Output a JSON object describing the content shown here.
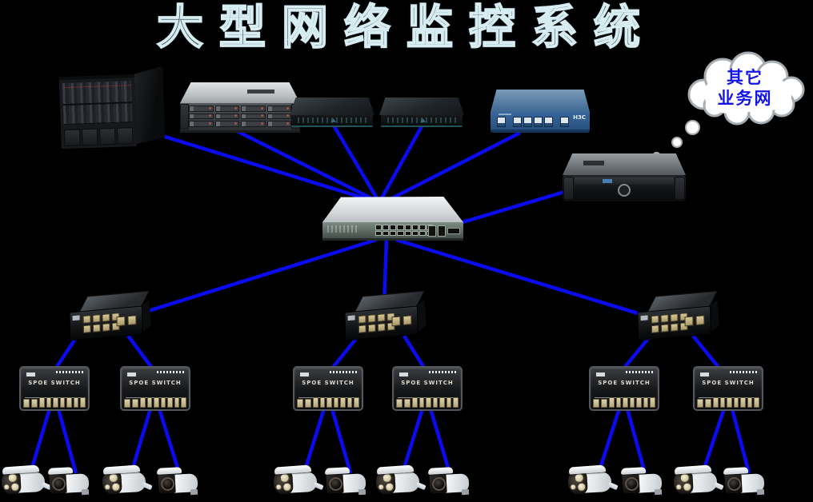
{
  "title": "大型网络监控系统",
  "cloud": {
    "line1": "其它",
    "line2": "业务网"
  },
  "labels": {
    "h3c": "H3C",
    "spoe_switch": "SPOE SWITCH"
  },
  "colors": {
    "background": "#000000",
    "link": "#0b0bf0",
    "title_stroke": "#d8edf2",
    "cloud_text": "#1414e8",
    "cloud_fill": "#ffffff",
    "cloud_border": "#a8adb2",
    "router_body": "#2f639e"
  },
  "nodes": [
    {
      "id": "blade-server",
      "type": "blade-server-chassis"
    },
    {
      "id": "storage-server",
      "type": "storage-server-2u"
    },
    {
      "id": "nvr-1",
      "type": "nvr"
    },
    {
      "id": "nvr-2",
      "type": "nvr"
    },
    {
      "id": "h3c-router",
      "type": "router",
      "label": "H3C"
    },
    {
      "id": "cloud",
      "type": "thought-cloud",
      "label": "其它业务网"
    },
    {
      "id": "dell-server",
      "type": "rack-server-2u"
    },
    {
      "id": "core-switch",
      "type": "16-port-poe-switch"
    },
    {
      "id": "poe-switch-1",
      "type": "8-port-poe-switch"
    },
    {
      "id": "poe-switch-2",
      "type": "8-port-poe-switch"
    },
    {
      "id": "poe-switch-3",
      "type": "8-port-poe-switch"
    },
    {
      "id": "spoe-switch-1",
      "type": "spoe-switch",
      "label": "SPOE SWITCH"
    },
    {
      "id": "spoe-switch-2",
      "type": "spoe-switch",
      "label": "SPOE SWITCH"
    },
    {
      "id": "spoe-switch-3",
      "type": "spoe-switch",
      "label": "SPOE SWITCH"
    },
    {
      "id": "spoe-switch-4",
      "type": "spoe-switch",
      "label": "SPOE SWITCH"
    },
    {
      "id": "spoe-switch-5",
      "type": "spoe-switch",
      "label": "SPOE SWITCH"
    },
    {
      "id": "spoe-switch-6",
      "type": "spoe-switch",
      "label": "SPOE SWITCH"
    },
    {
      "id": "camera-1",
      "type": "bullet-camera"
    },
    {
      "id": "camera-2",
      "type": "bullet-camera"
    },
    {
      "id": "camera-3",
      "type": "bullet-camera"
    },
    {
      "id": "camera-4",
      "type": "bullet-camera"
    },
    {
      "id": "camera-5",
      "type": "bullet-camera"
    },
    {
      "id": "camera-6",
      "type": "bullet-camera"
    },
    {
      "id": "camera-7",
      "type": "bullet-camera"
    },
    {
      "id": "camera-8",
      "type": "bullet-camera"
    },
    {
      "id": "camera-9",
      "type": "bullet-camera"
    },
    {
      "id": "camera-10",
      "type": "bullet-camera"
    },
    {
      "id": "camera-11",
      "type": "bullet-camera"
    },
    {
      "id": "camera-12",
      "type": "bullet-camera"
    }
  ],
  "edges": [
    {
      "from": "blade-server",
      "to": "core-switch"
    },
    {
      "from": "storage-server",
      "to": "core-switch"
    },
    {
      "from": "nvr-1",
      "to": "core-switch"
    },
    {
      "from": "nvr-2",
      "to": "core-switch"
    },
    {
      "from": "h3c-router",
      "to": "core-switch"
    },
    {
      "from": "dell-server",
      "to": "core-switch"
    },
    {
      "from": "core-switch",
      "to": "poe-switch-1"
    },
    {
      "from": "core-switch",
      "to": "poe-switch-2"
    },
    {
      "from": "core-switch",
      "to": "poe-switch-3"
    },
    {
      "from": "poe-switch-1",
      "to": "spoe-switch-1"
    },
    {
      "from": "poe-switch-1",
      "to": "spoe-switch-2"
    },
    {
      "from": "poe-switch-2",
      "to": "spoe-switch-3"
    },
    {
      "from": "poe-switch-2",
      "to": "spoe-switch-4"
    },
    {
      "from": "poe-switch-3",
      "to": "spoe-switch-5"
    },
    {
      "from": "poe-switch-3",
      "to": "spoe-switch-6"
    },
    {
      "from": "spoe-switch-1",
      "to": "camera-1"
    },
    {
      "from": "spoe-switch-1",
      "to": "camera-2"
    },
    {
      "from": "spoe-switch-2",
      "to": "camera-3"
    },
    {
      "from": "spoe-switch-2",
      "to": "camera-4"
    },
    {
      "from": "spoe-switch-3",
      "to": "camera-5"
    },
    {
      "from": "spoe-switch-3",
      "to": "camera-6"
    },
    {
      "from": "spoe-switch-4",
      "to": "camera-7"
    },
    {
      "from": "spoe-switch-4",
      "to": "camera-8"
    },
    {
      "from": "spoe-switch-5",
      "to": "camera-9"
    },
    {
      "from": "spoe-switch-5",
      "to": "camera-10"
    },
    {
      "from": "spoe-switch-6",
      "to": "camera-11"
    },
    {
      "from": "spoe-switch-6",
      "to": "camera-12"
    }
  ]
}
